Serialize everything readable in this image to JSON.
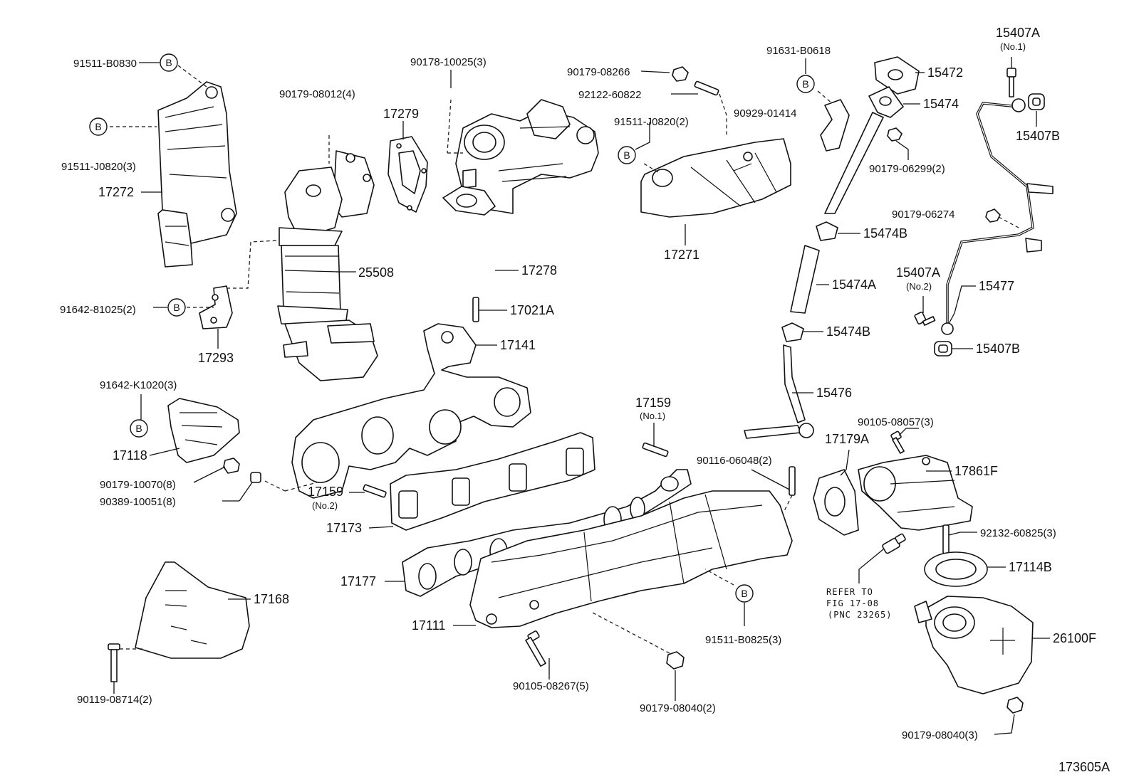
{
  "labels": {
    "p91511_B0830": "91511-B0830",
    "p91511_J0820_3": "91511-J0820(3)",
    "p17272": "17272",
    "p91642_81025_2": "91642-81025(2)",
    "p17293": "17293",
    "p90179_08012_4": "90179-08012(4)",
    "p25508": "25508",
    "p90178_10025_3": "90178-10025(3)",
    "p17279": "17279",
    "p17278": "17278",
    "p17021A": "17021A",
    "p17141": "17141",
    "p91642_K1020_3": "91642-K1020(3)",
    "p17118": "17118",
    "p90179_10070_8": "90179-10070(8)",
    "p90389_10051_8": "90389-10051(8)",
    "p17159_no2": "17159",
    "no2_a": "(No.2)",
    "p17173": "17173",
    "p17159_no1": "17159",
    "no1_a": "(No.1)",
    "p90116_06048_2": "90116-06048(2)",
    "p17177": "17177",
    "p17168": "17168",
    "p17111": "17111",
    "p90119_08714_2": "90119-08714(2)",
    "p90105_08267_5": "90105-08267(5)",
    "p90179_08040_2": "90179-08040(2)",
    "p91511_B0825_3": "91511-B0825(3)",
    "p90179_08266": "90179-08266",
    "p92122_60822": "92122-60822",
    "p90929_01414": "90929-01414",
    "p91511_J0820_2": "91511-J0820(2)",
    "p17271": "17271",
    "p91631_B0618": "91631-B0618",
    "p15472": "15472",
    "p15474": "15474",
    "p90179_06299_2": "90179-06299(2)",
    "p15474B_a": "15474B",
    "p15474A": "15474A",
    "p15474B_b": "15474B",
    "p15476": "15476",
    "p15407A_no1": "15407A",
    "no1_b": "(No.1)",
    "p15407B_a": "15407B",
    "p90179_06274": "90179-06274",
    "p15407A_no2": "15407A",
    "no2_b": "(No.2)",
    "p15477": "15477",
    "p15407B_b": "15407B",
    "p17179A": "17179A",
    "p90105_08057_3": "90105-08057(3)",
    "p17861F": "17861F",
    "p92132_60825_3": "92132-60825(3)",
    "refer_1": "REFER TO",
    "refer_2": "FIG 17-08",
    "refer_3": "(PNC 23265)",
    "p17114B": "17114B",
    "p26100F": "26100F",
    "p90179_08040_3": "90179-08040(3)",
    "figure_id": "173605A"
  },
  "marker": "B"
}
